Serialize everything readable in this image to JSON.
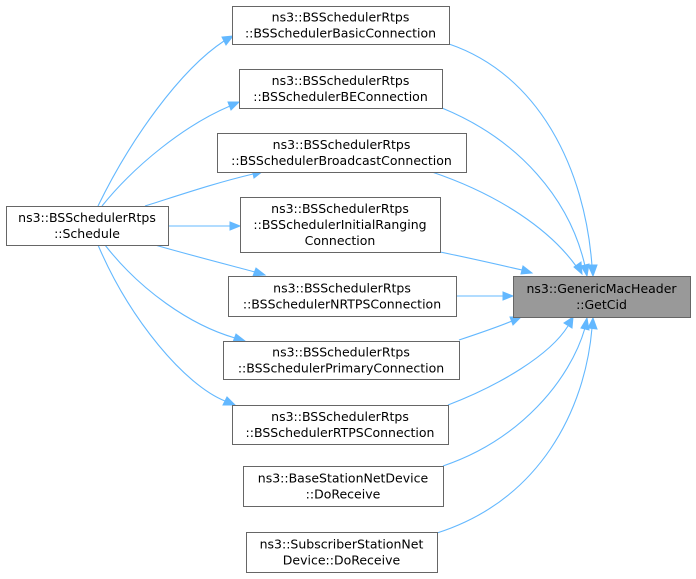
{
  "graph": {
    "colors": {
      "edge": "#63b8ff",
      "node_fill": "#ffffff",
      "node_border": "#666666",
      "focus_fill": "#999999",
      "text": "#000000"
    },
    "nodes": {
      "target": {
        "lines": [
          "ns3::GenericMacHeader",
          "::GetCid"
        ]
      },
      "schedule": {
        "lines": [
          "ns3::BSSchedulerRtps",
          "::Schedule"
        ]
      },
      "basic": {
        "lines": [
          "ns3::BSSchedulerRtps",
          "::BSSchedulerBasicConnection"
        ]
      },
      "be": {
        "lines": [
          "ns3::BSSchedulerRtps",
          "::BSSchedulerBEConnection"
        ]
      },
      "broadcast": {
        "lines": [
          "ns3::BSSchedulerRtps",
          "::BSSchedulerBroadcastConnection"
        ]
      },
      "initial": {
        "lines": [
          "ns3::BSSchedulerRtps",
          "::BSSchedulerInitialRanging",
          "Connection"
        ]
      },
      "nrtps": {
        "lines": [
          "ns3::BSSchedulerRtps",
          "::BSSchedulerNRTPSConnection"
        ]
      },
      "primary": {
        "lines": [
          "ns3::BSSchedulerRtps",
          "::BSSchedulerPrimaryConnection"
        ]
      },
      "rtps": {
        "lines": [
          "ns3::BSSchedulerRtps",
          "::BSSchedulerRTPSConnection"
        ]
      },
      "bs_receive": {
        "lines": [
          "ns3::BaseStationNetDevice",
          "::DoReceive"
        ]
      },
      "ss_receive": {
        "lines": [
          "ns3::SubscriberStationNet",
          "Device::DoReceive"
        ]
      }
    }
  }
}
